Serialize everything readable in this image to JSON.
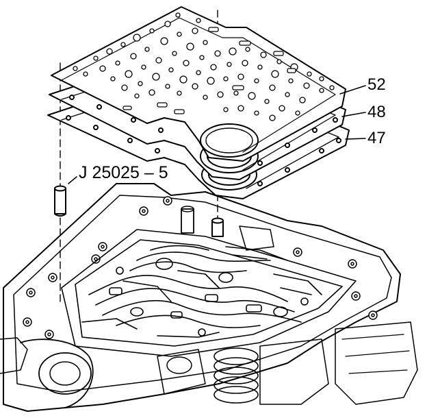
{
  "callouts": {
    "part_52": "52",
    "part_48": "48",
    "part_47": "47",
    "tool": "J 25025 – 5"
  },
  "colors": {
    "line": "#000000",
    "background": "#ffffff",
    "hole_fill": "#ffffff"
  }
}
